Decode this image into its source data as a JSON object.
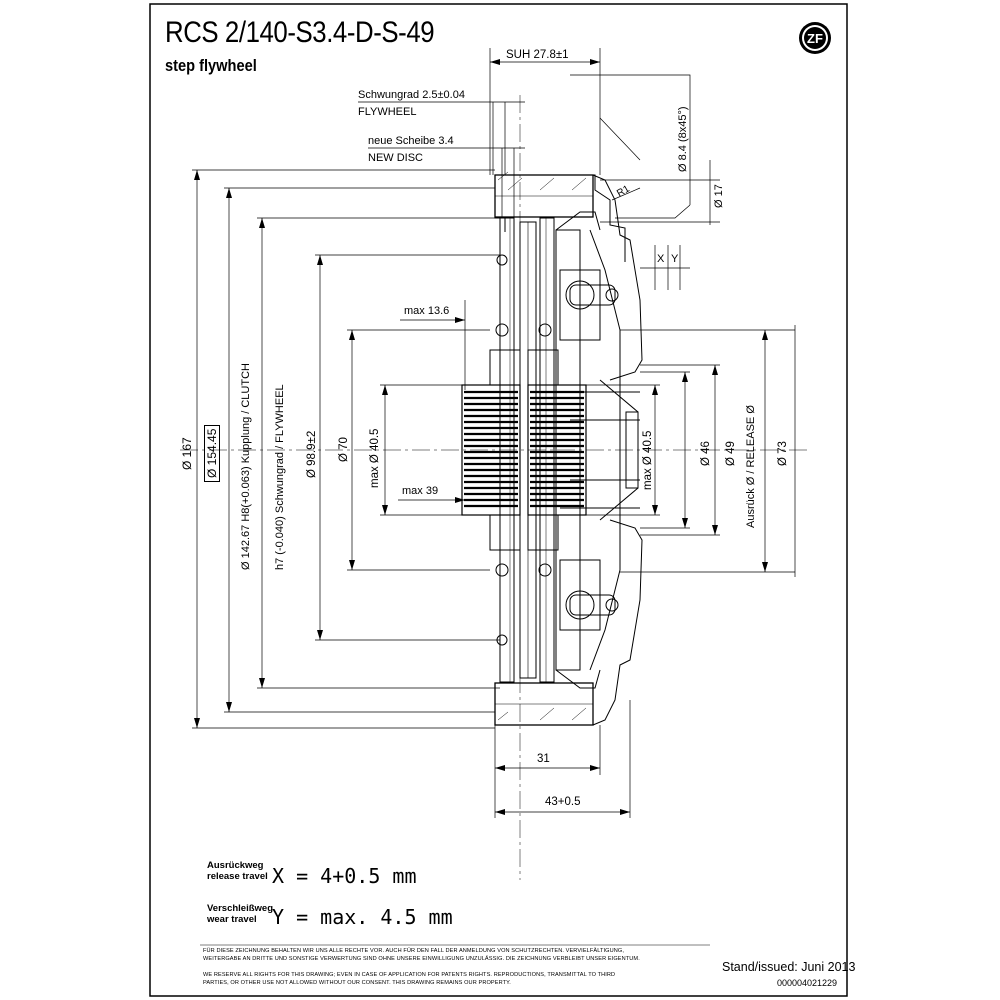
{
  "title": "RCS 2/140-S3.4-D-S-49",
  "subtitle": "step flywheel",
  "logo": {
    "text": "ZF"
  },
  "dimensions": {
    "suh": "SUH 27.8±1",
    "schwungrad": "Schwungrad 2.5±0.04",
    "flywheel": "FLYWHEEL",
    "neue_scheibe": "neue Scheibe 3.4",
    "new_disc": "NEW DISC",
    "hole": "Ø 8.4 (8x45°)",
    "r1": "R1",
    "d17": "Ø 17",
    "x": "X",
    "y": "Y",
    "max136": "max 13.6",
    "max39": "max 39",
    "d167": "Ø 167",
    "d15445": "Ø 154.45",
    "d14267": "Ø 142.67 H8(+0.063) Kupplung / CLUTCH",
    "h7": "h7 (-0.040) Schwungrad / FLYWHEEL",
    "d989": "Ø 98.9±2",
    "d70": "Ø 70",
    "max405_left": "max Ø 40.5",
    "max405_right": "max Ø 40.5",
    "d46": "Ø 46",
    "d49": "Ø 49",
    "release": "Ausrück Ø / RELEASE Ø",
    "d73": "Ø 73",
    "w31": "31",
    "w43": "43+0.5"
  },
  "release_travel": {
    "label_de": "Ausrückweg",
    "label_en": "release travel",
    "formula": "X = 4+0.5 mm"
  },
  "wear_travel": {
    "label_de": "Verschleißweg",
    "label_en": "wear travel",
    "formula": "Y = max. 4.5 mm"
  },
  "notice": {
    "line1": "FÜR DIESE ZEICHNUNG BEHALTEN WIR UNS ALLE RECHTE VOR. AUCH FÜR DEN FALL DER ANMELDUNG VON SCHUTZRECHTEN. VERVIELFÄLTIGUNG,",
    "line2": "WEITERGABE AN DRITTE UND SONSTIGE VERWERTUNG SIND OHNE UNSERE EINWILLIGUNG UNZULÄSSIG. DIE ZEICHNUNG VERBLEIBT UNSER EIGENTUM.",
    "line3": "WE RESERVE ALL RIGHTS FOR THIS DRAWING; EVEN IN CASE OF APPLICATION FOR PATENTS RIGHTS. REPRODUCTIONS, TRANSMITTAL TO THIRD",
    "line4": "PARTIES, OR OTHER USE NOT ALLOWED WITHOUT OUR CONSENT. THIS DRAWING REMAINS OUR PROPERTY."
  },
  "stand": "Stand/issued: Juni 2013",
  "doc_number": "000004021229"
}
